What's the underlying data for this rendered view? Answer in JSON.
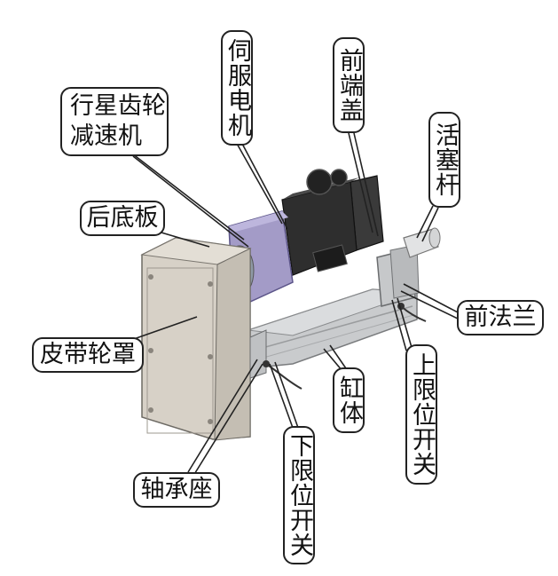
{
  "labels": {
    "servo_motor": "伺服电机",
    "front_cover": "前端盖",
    "planetary_reducer": "行星齿轮\n减速机",
    "piston_rod": "活塞杆",
    "rear_base_plate": "后底板",
    "front_flange": "前法兰",
    "belt_pulley_cover": "皮带轮罩",
    "cylinder_body": "缸体",
    "upper_limit_switch": "上限位开关",
    "lower_limit_switch": "下限位开关",
    "bearing_seat": "轴承座"
  },
  "colors": {
    "cover_plate": "#d7d1c7",
    "reducer": "#a39bc7",
    "motor": "#2b2b2b",
    "cylinder": "#c2c4c6",
    "label_border": "#222222"
  }
}
